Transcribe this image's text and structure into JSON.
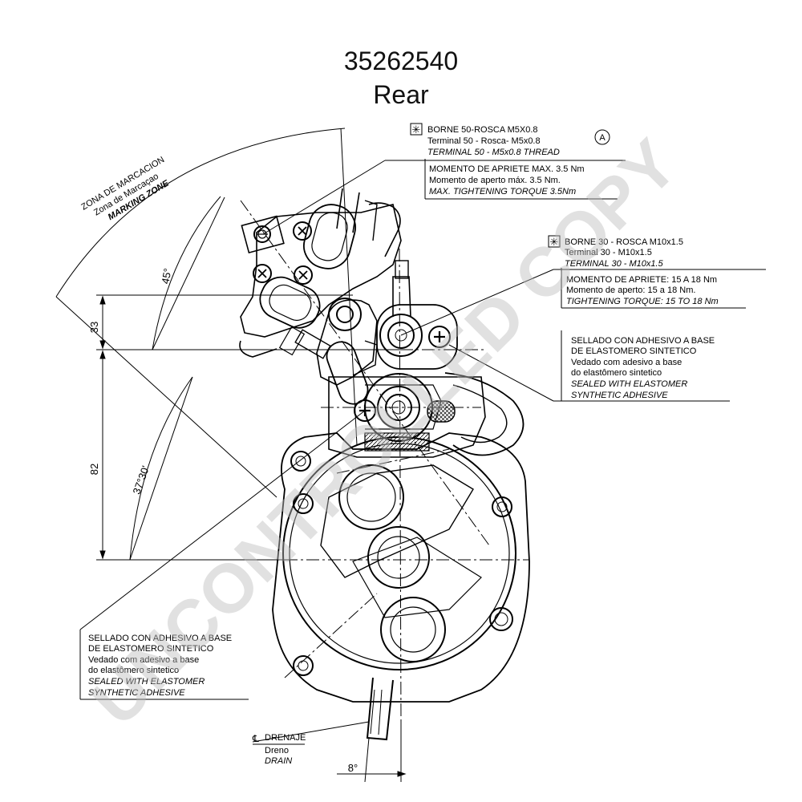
{
  "header": {
    "part_number": "35262540",
    "view": "Rear"
  },
  "marking_zone": {
    "es": "ZONA DE MARCACION",
    "pt": "Zona de Marcaçao",
    "en": "MARKING ZONE"
  },
  "terminal_50": {
    "es": "BORNE 50-ROSCA M5X0.8",
    "pt": "Terminal 50 - Rosca- M5x0.8",
    "en": "TERMINAL 50 - M5x0.8 THREAD",
    "torque_es": "MOMENTO DE APRIETE MAX. 3.5 Nm",
    "torque_pt": "Momento de aperto máx. 3.5 Nm.",
    "torque_en": "MAX. TIGHTENING TORQUE 3.5Nm",
    "symbol": "asterisk-box-icon",
    "revision": "A"
  },
  "terminal_30": {
    "es": "BORNE 30 - ROSCA M10x1.5",
    "pt": "Terminal 30 - M10x1.5",
    "en": "TERMINAL 30 - M10x1.5",
    "torque_es": "MOMENTO DE APRIETE: 15 A 18 Nm",
    "torque_pt": "Momento de aperto: 15 a 18 Nm.",
    "torque_en": "TIGHTENING TORQUE: 15 TO 18 Nm",
    "symbol": "asterisk-box-icon"
  },
  "sealed_note_right": {
    "es1": "SELLADO CON ADHESIVO A BASE",
    "es2": "DE ELASTOMERO SINTETICO",
    "pt1": "Vedado com adesivo a base",
    "pt2": "do elastômero sintetico",
    "en1": "SEALED WITH ELASTOMER",
    "en2": "SYNTHETIC ADHESIVE"
  },
  "sealed_note_left": {
    "es1": "SELLADO CON ADHESIVO A BASE",
    "es2": "DE ELASTOMERO SINTETICO",
    "pt1": "Vedado com adesivo a base",
    "pt2": "do elastômero sintetico",
    "en1": "SEALED WITH ELASTOMER",
    "en2": "SYNTHETIC ADHESIVE"
  },
  "drain": {
    "symbol": "℄",
    "es": "DRENAJE",
    "pt": "Dreno",
    "en": "DRAIN"
  },
  "dimensions": {
    "d33": "33",
    "d82": "82",
    "a45": "45°",
    "a37": "37°30'",
    "a8": "8°"
  },
  "watermark": "UNCONTROLLED COPY"
}
